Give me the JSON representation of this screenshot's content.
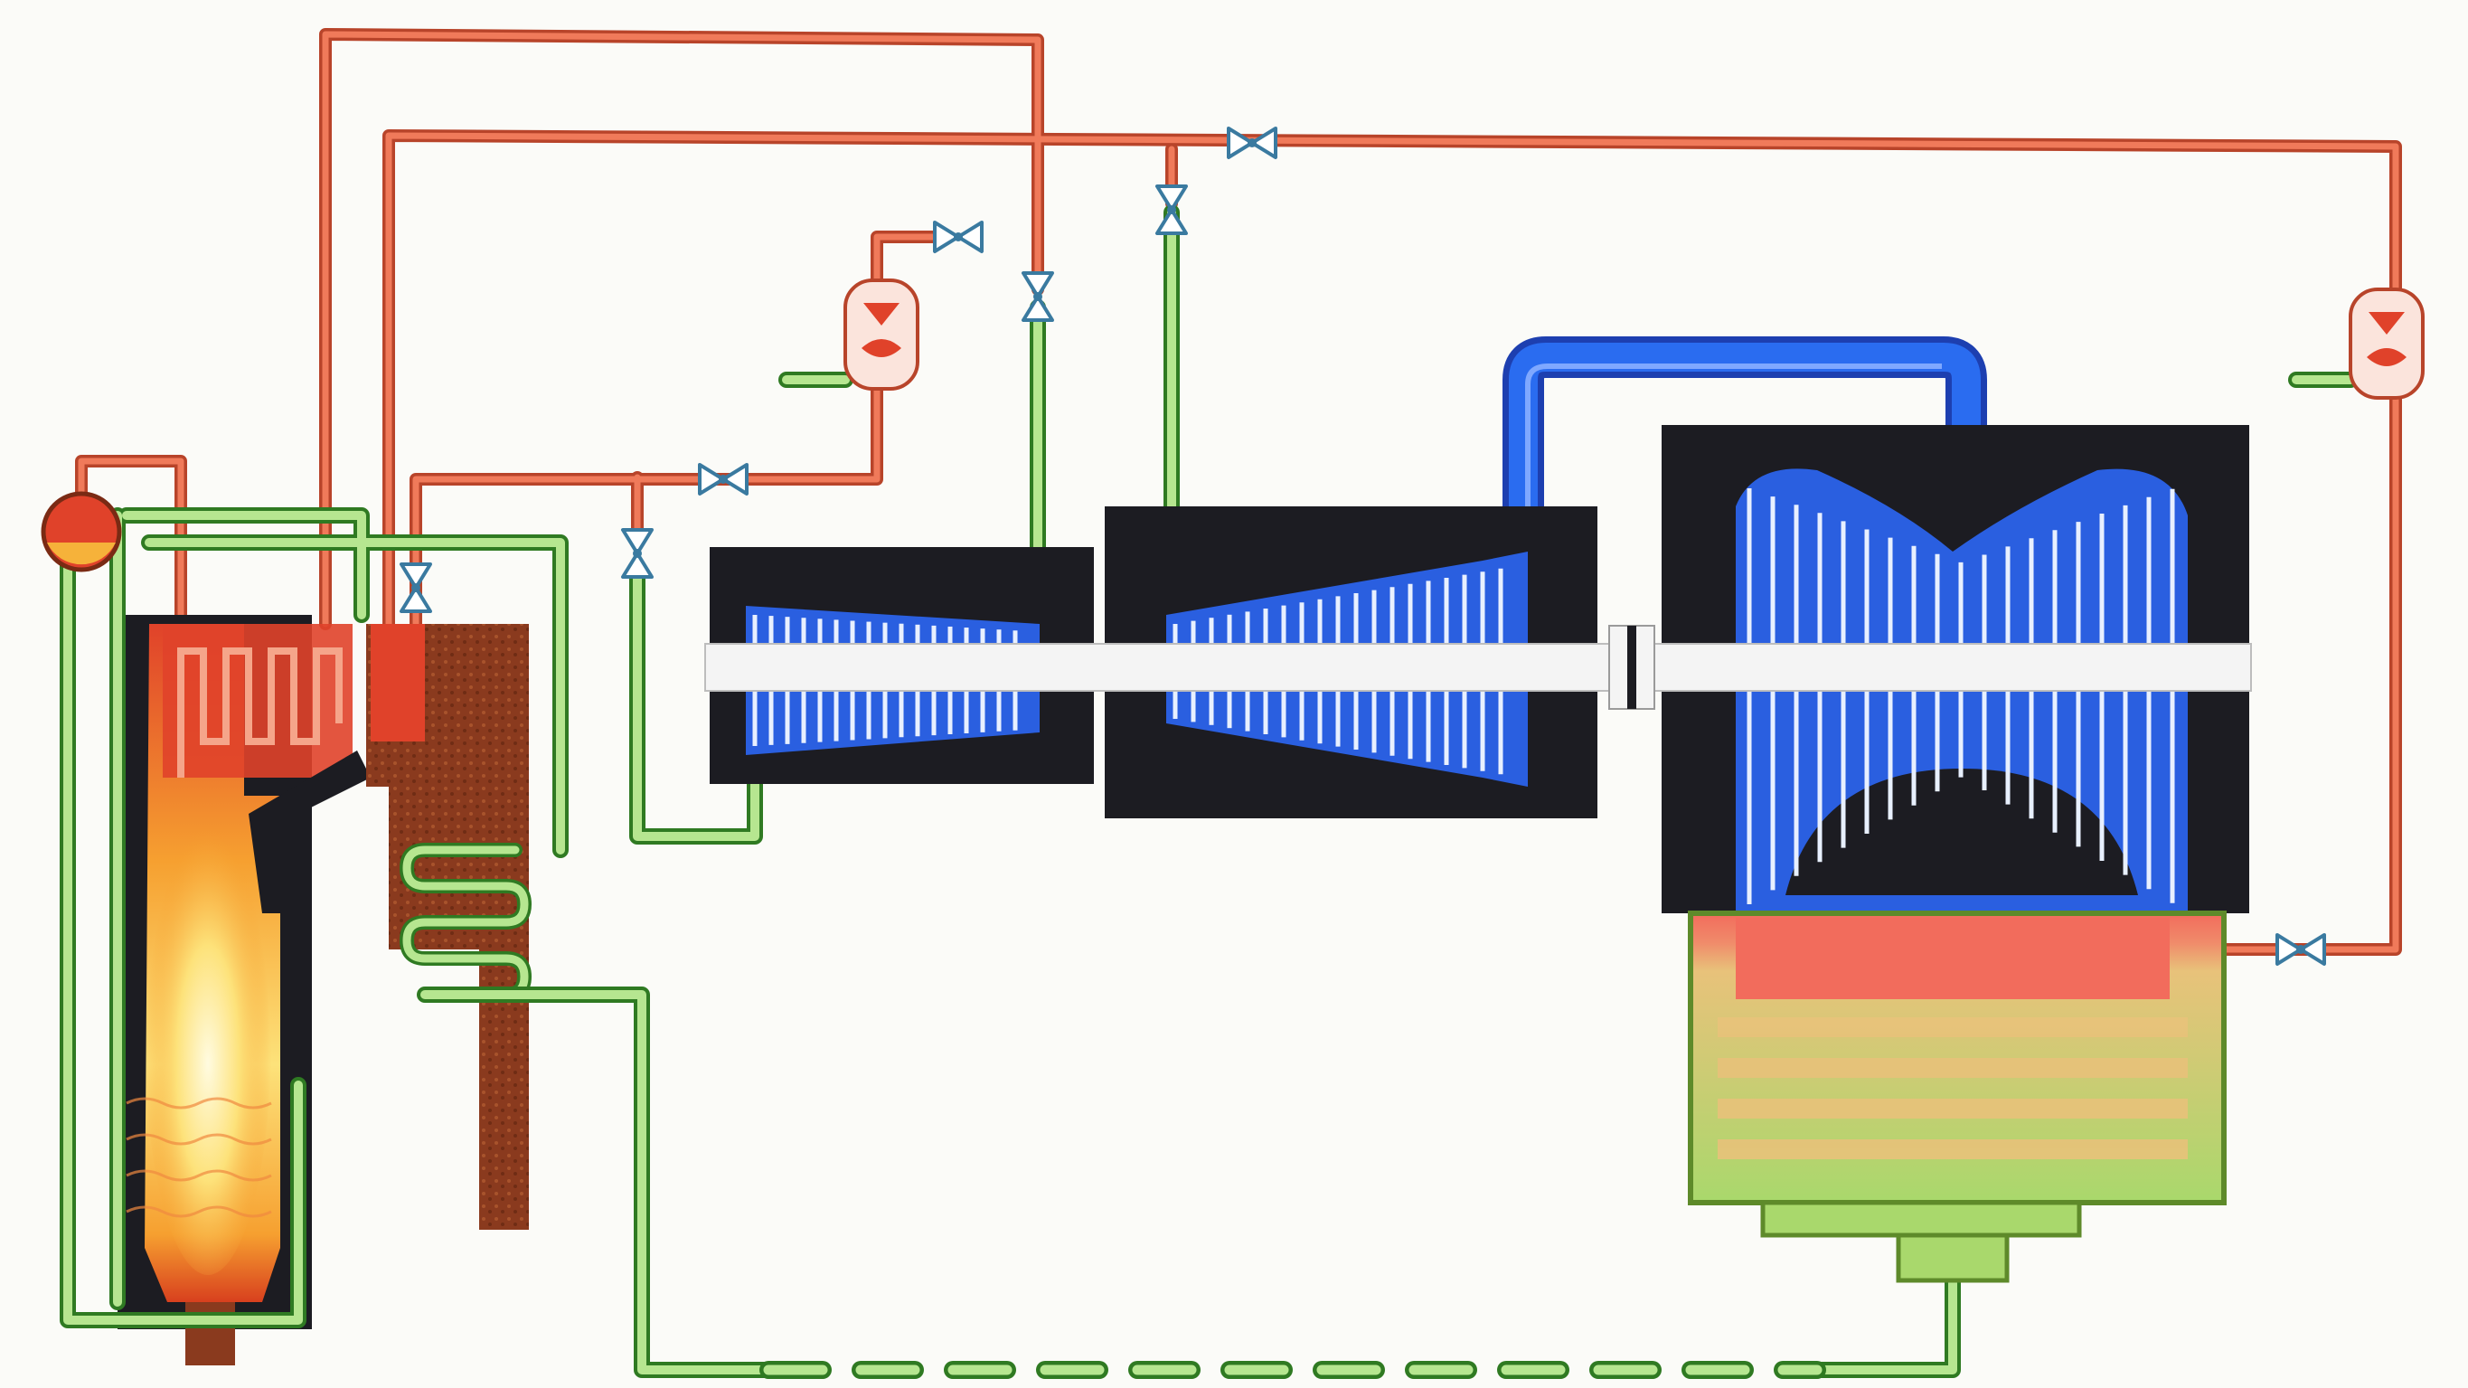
{
  "diagram": {
    "description_visible_text": "",
    "colors": {
      "background": "#fbfbf8",
      "steam_pipe": "#e0593b",
      "steam_pipe_light": "#f08a6a",
      "water_pipe": "#8fd36a",
      "water_pipe_dark": "#2f7a22",
      "water_pipe_light": "#c8f0a8",
      "exhaust_pipe": "#2a5fe0",
      "exhaust_pipe_light": "#6f9bff",
      "casing": "#1c1c22",
      "shaft": "#f4f4f4",
      "boiler_flame_hot": "#fff2a0",
      "boiler_flame_mid": "#f6b23a",
      "boiler_flame_outer": "#e0422a",
      "flue_duct": "#8a3a1e",
      "condenser_hot": "#f26c5c",
      "condenser_body": "#a9d86c",
      "condenser_band": "#e8c27a"
    },
    "components": {
      "boiler": "boiler-furnace",
      "steam_drum": "steam-drum",
      "economizer": "economizer-coil",
      "hp_turbine": "high-pressure-turbine",
      "ip_turbine": "intermediate-pressure-turbine",
      "lp_turbine": "low-pressure-turbine",
      "condenser": "condenser",
      "valves": [
        "valve",
        "valve",
        "valve",
        "valve",
        "valve",
        "valve",
        "valve",
        "valve"
      ],
      "desuperheaters": [
        "desuperheater",
        "desuperheater"
      ]
    }
  }
}
